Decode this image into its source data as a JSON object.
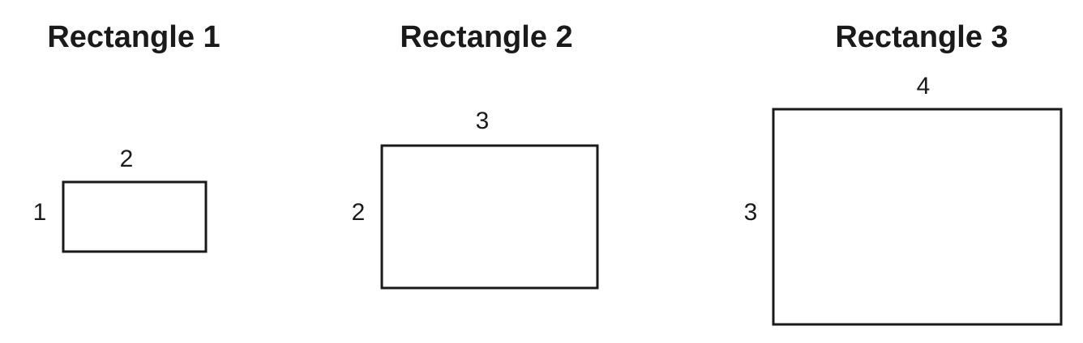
{
  "rectangles": [
    {
      "title": "Rectangle 1",
      "width_label": "2",
      "height_label": "1",
      "width": 2,
      "height": 1
    },
    {
      "title": "Rectangle 2",
      "width_label": "3",
      "height_label": "2",
      "width": 3,
      "height": 2
    },
    {
      "title": "Rectangle 3",
      "width_label": "4",
      "height_label": "3",
      "width": 4,
      "height": 3
    }
  ],
  "colors": {
    "stroke": "#1a1a1a",
    "text": "#1a1a1a",
    "background": "#ffffff"
  }
}
